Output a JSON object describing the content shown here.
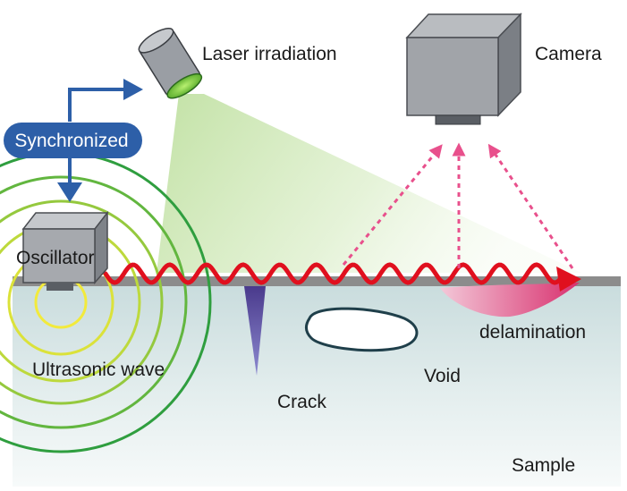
{
  "labels": {
    "laser": "Laser irradiation",
    "camera": "Camera",
    "synchronized": "Synchronized",
    "oscillator": "Oscillator",
    "ultrasonic_wave": "Ultrasonic wave",
    "crack": "Crack",
    "void": "Void",
    "delamination": "delamination",
    "sample": "Sample"
  },
  "icons": {
    "laser": "laser-head-icon",
    "camera": "camera-icon",
    "oscillator": "oscillator-icon"
  },
  "colors": {
    "sync_blue": "#2d5fa8",
    "wave_red": "#e0101e",
    "dotted_pink": "#e8508c",
    "laser_green": "#c9e3a6",
    "sample_top": "#cddfe0",
    "surface_gray": "#8c8c8c",
    "ring_colors": [
      "#f2ea3c",
      "#d8e03a",
      "#b6d63c",
      "#8cc63e",
      "#5ab43f",
      "#2f9e3f"
    ]
  }
}
